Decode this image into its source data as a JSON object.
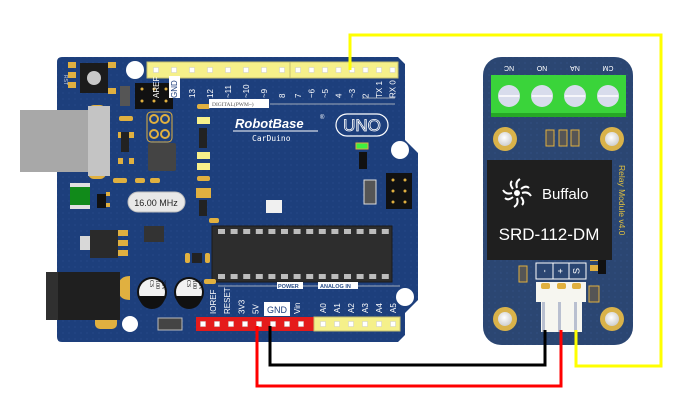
{
  "diagram": {
    "title": "Arduino UNO to Relay Module wiring",
    "colors": {
      "board": "#1d3f7c",
      "relay_board": "#2b4672",
      "header_yellow": "#f5f08a",
      "header_red": "#e51b1b",
      "terminal_green": "#3ad43a",
      "wire_red": "#ff0000",
      "wire_black": "#000000",
      "wire_yellow": "#ffff00"
    }
  },
  "arduino": {
    "brand": "RobotBase",
    "registered": "®",
    "model": "CarDuino",
    "badge": "UNO",
    "crystal": "16.00 MHz",
    "digital_label": "DIGITAL(PWM~)",
    "power_label": "POWER",
    "analog_label": "ANALOG IN",
    "side_label": "RST",
    "capacitor_text": [
      "CS",
      "100",
      "35V"
    ],
    "digital_pins_left": [
      "AREF",
      "GND",
      "13",
      "12",
      "~11",
      "~10",
      "~9",
      "8"
    ],
    "digital_pins_right": [
      "7",
      "~6",
      "~5",
      "4",
      "~3",
      "2",
      "TX 1",
      "RX 0"
    ],
    "power_pins": [
      "IOREF",
      "RESET",
      "3V3",
      "5V",
      "GND",
      "Vin"
    ],
    "analog_pins": [
      "A0",
      "A1",
      "A2",
      "A3",
      "A4",
      "A5"
    ]
  },
  "relay": {
    "brand": "Buffalo",
    "part": "SRD-112-DM",
    "side_label": "Relay Module v4.0",
    "terminals": [
      "NC",
      "NO",
      "NA",
      "CM"
    ],
    "pins": [
      "-",
      "+",
      "S"
    ]
  },
  "wires": [
    {
      "name": "power-wire",
      "color": "red",
      "from": "5V",
      "to": "+"
    },
    {
      "name": "ground-wire",
      "color": "black",
      "from": "GND",
      "to": "-"
    },
    {
      "name": "signal-wire",
      "color": "yellow",
      "from": "~3",
      "to": "S"
    }
  ]
}
